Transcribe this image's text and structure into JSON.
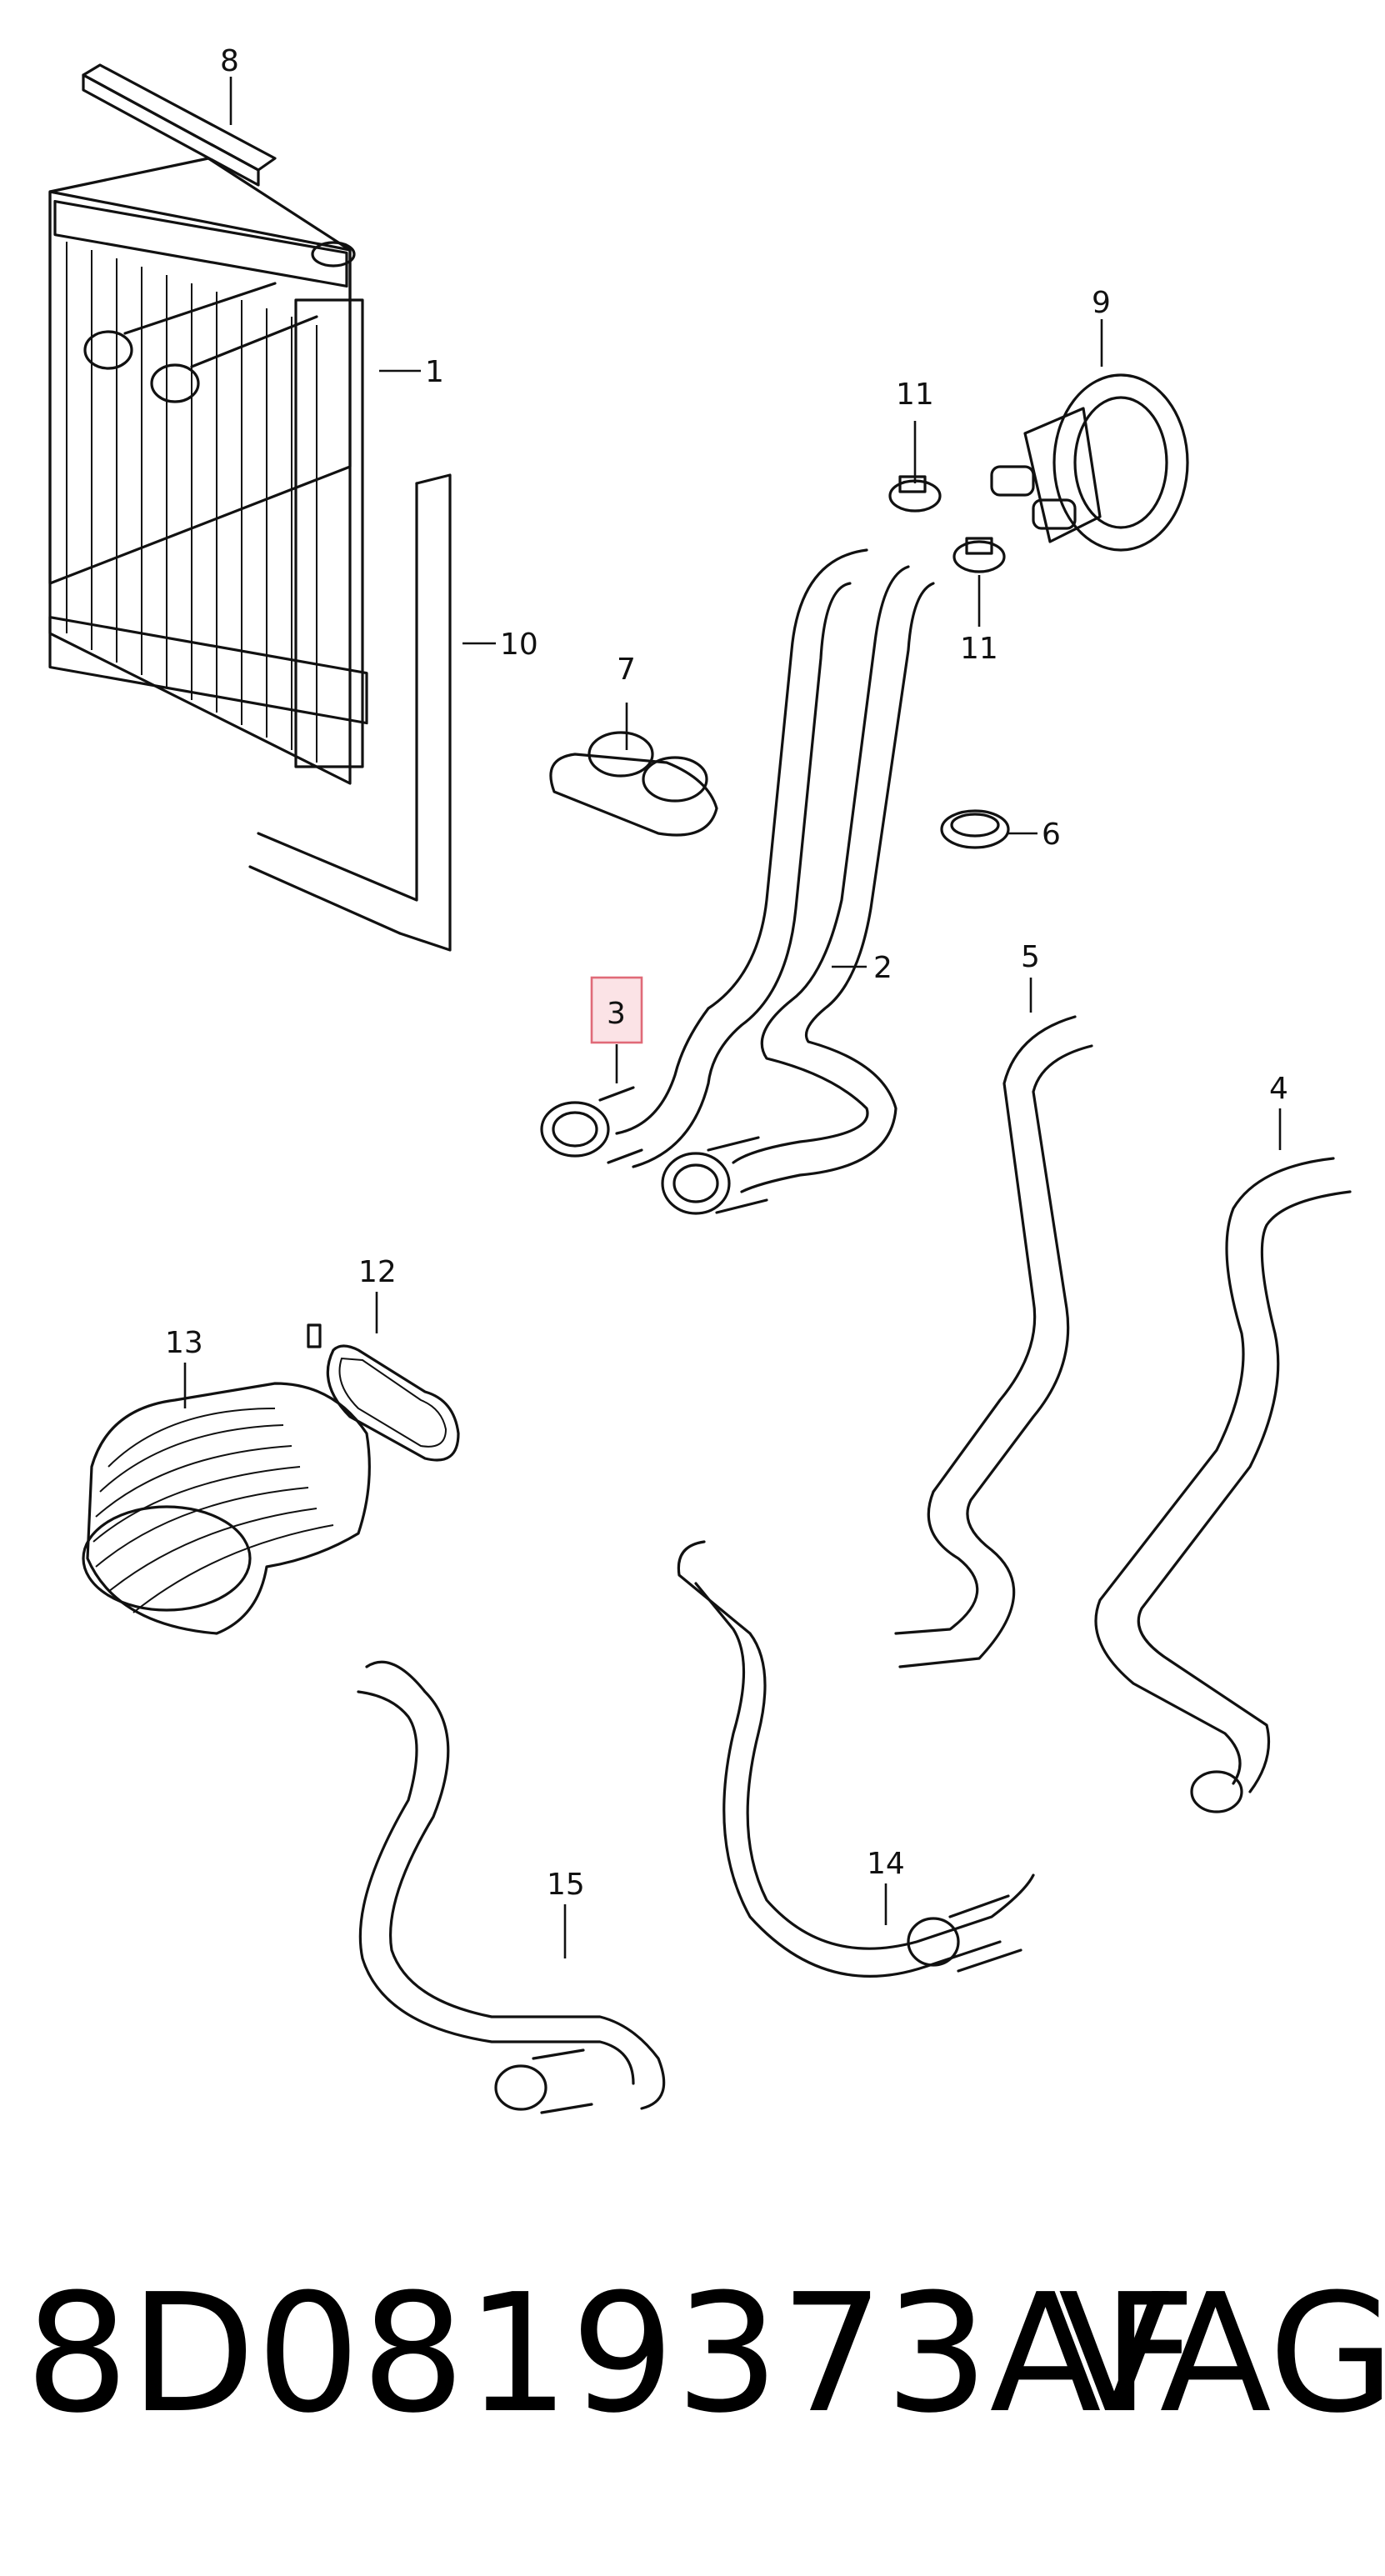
{
  "diagram": {
    "highlighted_callout": "3",
    "callouts": {
      "c1": "1",
      "c2": "2",
      "c3": "3",
      "c4": "4",
      "c5": "5",
      "c6": "6",
      "c7": "7",
      "c8": "8",
      "c9": "9",
      "c10": "10",
      "c11a": "11",
      "c11b": "11",
      "c12": "12",
      "c13": "13",
      "c14": "14",
      "c15": "15"
    },
    "colors": {
      "line": "#111111",
      "highlight_fill": "#fbe3e6",
      "highlight_stroke": "#e06a78"
    }
  },
  "footer": {
    "part_number": "8D0819373AF",
    "brand": "VAG"
  }
}
